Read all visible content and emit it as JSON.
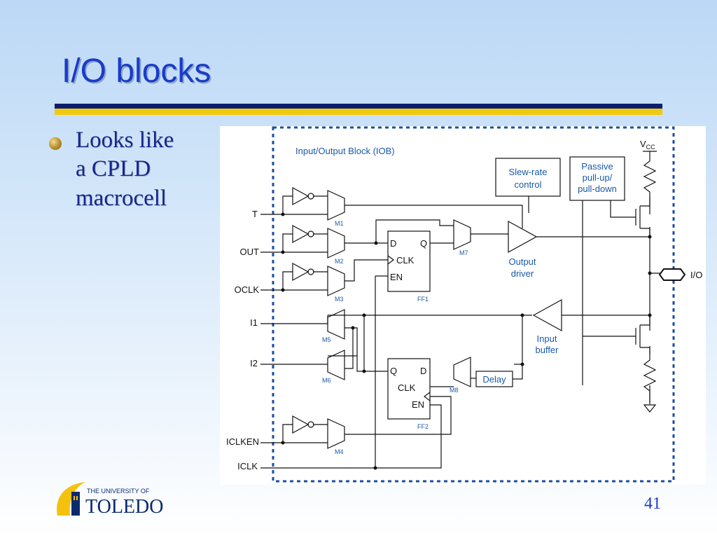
{
  "slide": {
    "title": "I/O blocks",
    "bullet": "Looks like\na CPLD\nmacrocell",
    "page_number": "41"
  },
  "logo": {
    "line1": "THE UNIVERSITY OF",
    "line2": "TOLEDO"
  },
  "diagram": {
    "block_title": "Input/Output Block (IOB)",
    "inputs": [
      "T",
      "OUT",
      "OCLK",
      "I1",
      "I2",
      "ICLKEN",
      "ICLK"
    ],
    "io_pin": "I/O",
    "vcc_main": "V",
    "vcc_sub": "CC",
    "slew_line1": "Slew-rate",
    "slew_line2": "control",
    "passive_line1": "Passive",
    "passive_line2": "pull-up/",
    "passive_line3": "pull-down",
    "output_driver_line1": "Output",
    "output_driver_line2": "driver",
    "input_buffer_line1": "Input",
    "input_buffer_line2": "buffer",
    "delay": "Delay",
    "ff1": {
      "d": "D",
      "q": "Q",
      "clk": "CLK",
      "en": "EN",
      "name": "FF1"
    },
    "ff2": {
      "d": "D",
      "q": "Q",
      "clk": "CLK",
      "en": "EN",
      "name": "FF2"
    },
    "mux_labels": [
      "M1",
      "M2",
      "M3",
      "M4",
      "M5",
      "M6",
      "M7",
      "M8"
    ]
  }
}
